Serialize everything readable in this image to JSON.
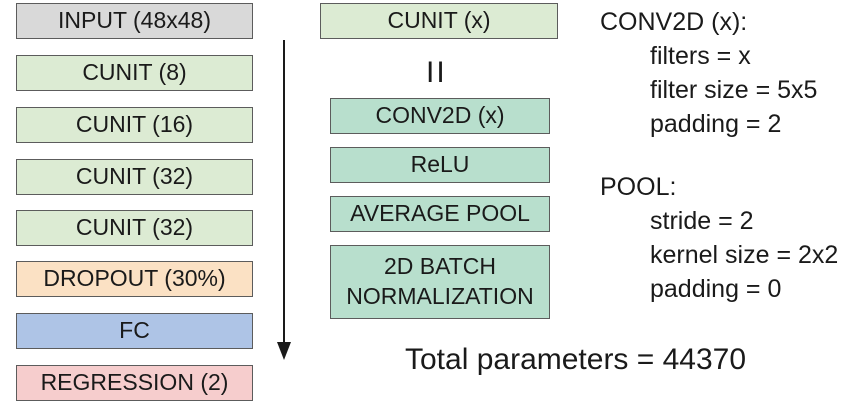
{
  "layers": [
    {
      "label": "INPUT (48x48)"
    },
    {
      "label": "CUNIT (8)"
    },
    {
      "label": "CUNIT (16)"
    },
    {
      "label": "CUNIT (32)"
    },
    {
      "label": "CUNIT (32)"
    },
    {
      "label": "DROPOUT (30%)"
    },
    {
      "label": "FC"
    },
    {
      "label": "REGRESSION (2)"
    }
  ],
  "cunit": {
    "title": "CUNIT (x)",
    "equals": "II",
    "ops": [
      {
        "label": "CONV2D (x)"
      },
      {
        "label": "ReLU"
      },
      {
        "label": "AVERAGE POOL"
      },
      {
        "label": "2D BATCH NORMALIZATION"
      }
    ]
  },
  "conv2d_spec": {
    "title": "CONV2D (x):",
    "lines": [
      "filters = x",
      "filter size = 5x5",
      "padding = 2"
    ]
  },
  "pool_spec": {
    "title": "POOL:",
    "lines": [
      "stride = 2",
      "kernel size = 2x2",
      "padding = 0"
    ]
  },
  "total_parameters": "Total parameters = 44370",
  "colors": {
    "input": "#d9d9d9",
    "cunit": "#dcebd3",
    "dropout": "#fbe1c4",
    "fc": "#aec4e6",
    "regression": "#f6cdcd",
    "cunit_ops": "#b8dfcd"
  }
}
